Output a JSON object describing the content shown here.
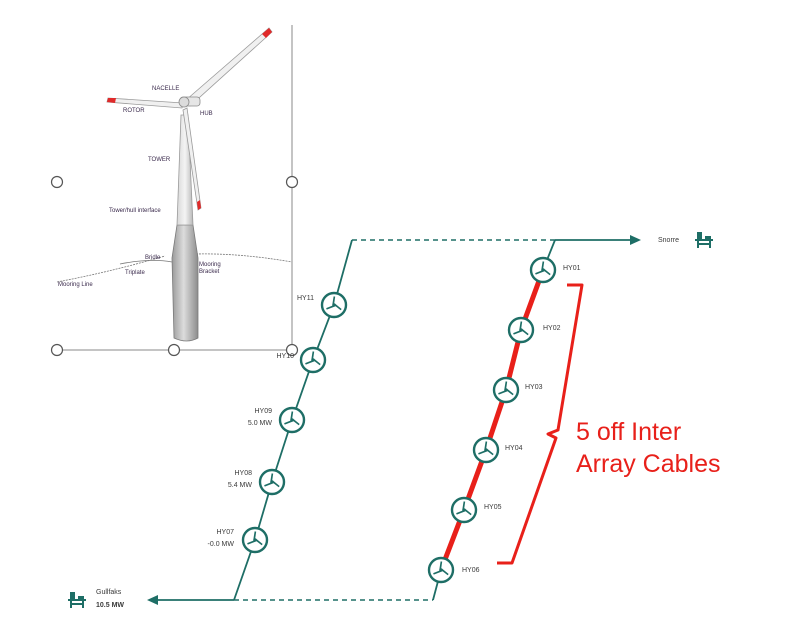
{
  "turbine_labels": {
    "nacelle": "NACELLE",
    "rotor": "ROTOR",
    "hub": "HUB",
    "tower": "TOWER",
    "tower_hull_interface": "Tower/hull interface",
    "bridle": "Bridle",
    "triplate": "Triplate",
    "mooring_bracket_1": "Mooring",
    "mooring_bracket_2": "Bracket",
    "mooring_line": "Mooring Line"
  },
  "platforms": {
    "snorre": "Snorre",
    "gullfaks": "Gullfaks",
    "gullfaks_power": "10.5 MW"
  },
  "turbines": [
    {
      "id": "HY01",
      "power": ""
    },
    {
      "id": "HY02",
      "power": ""
    },
    {
      "id": "HY03",
      "power": ""
    },
    {
      "id": "HY04",
      "power": ""
    },
    {
      "id": "HY05",
      "power": ""
    },
    {
      "id": "HY06",
      "power": ""
    },
    {
      "id": "HY07",
      "power": "-0.0 MW"
    },
    {
      "id": "HY08",
      "power": "5.4 MW"
    },
    {
      "id": "HY09",
      "power": "5.0 MW"
    },
    {
      "id": "HY10",
      "power": ""
    },
    {
      "id": "HY11",
      "power": ""
    }
  ],
  "annotation": {
    "line1": "5 off Inter",
    "line2": "Array Cables"
  },
  "colors": {
    "teal": "#1e6e66",
    "red": "#e8201a",
    "handle_border": "#555555",
    "frame": "#888888"
  },
  "icons": {
    "turbine": "wind-turbine-icon",
    "platform": "offshore-platform-icon"
  }
}
